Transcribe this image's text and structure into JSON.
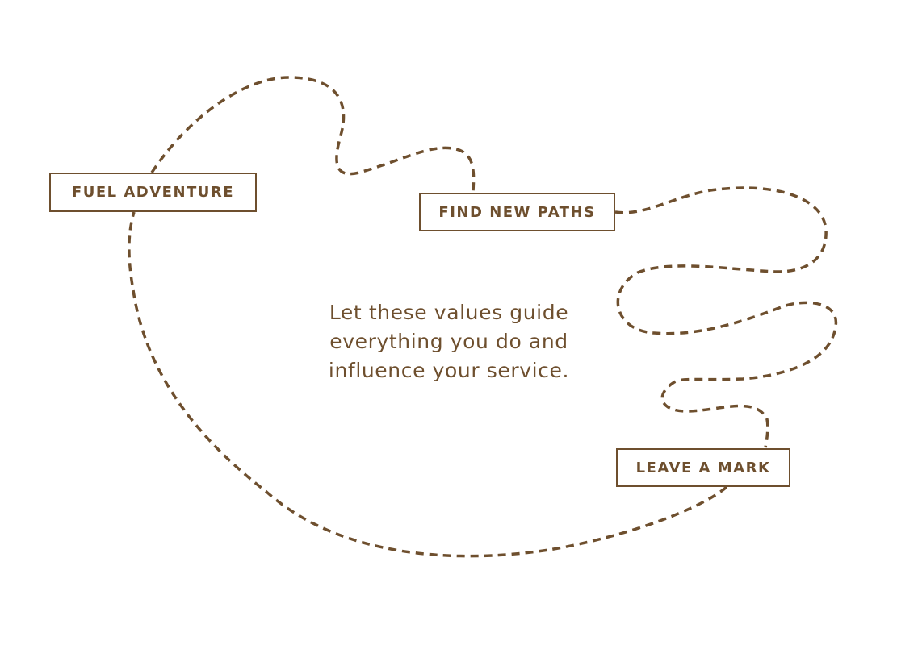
{
  "colors": {
    "accent": "#6e4f2e",
    "background": "#ffffff"
  },
  "values": {
    "fuel_adventure": "FUEL ADVENTURE",
    "find_new_paths": "FIND NEW PATHS",
    "leave_a_mark": "LEAVE A MARK"
  },
  "message": {
    "line1": "Let these values guide",
    "line2": "everything you do and",
    "line3": "influence your service."
  }
}
